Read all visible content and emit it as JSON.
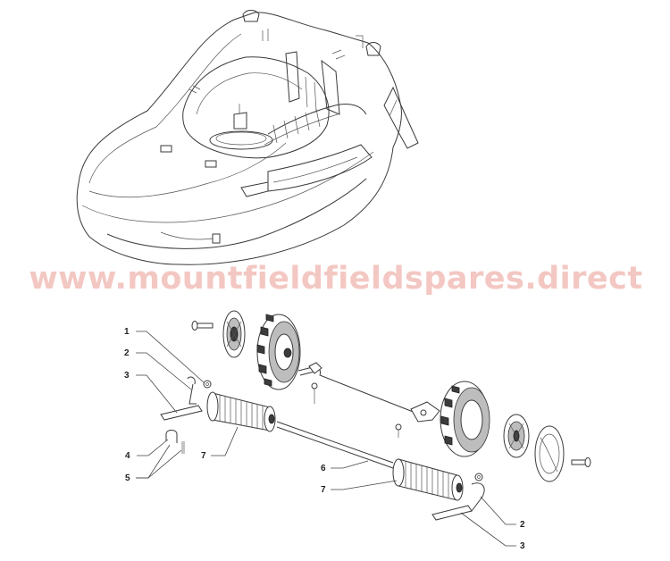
{
  "watermark": "www.mountfieldfieldspares.direct",
  "callouts": {
    "c1": "1",
    "c2_left": "2",
    "c3_left": "3",
    "c4": "4",
    "c5": "5",
    "c6": "6",
    "c7_left": "7",
    "c7_right": "7",
    "c2_right": "2",
    "c3_right": "3"
  }
}
